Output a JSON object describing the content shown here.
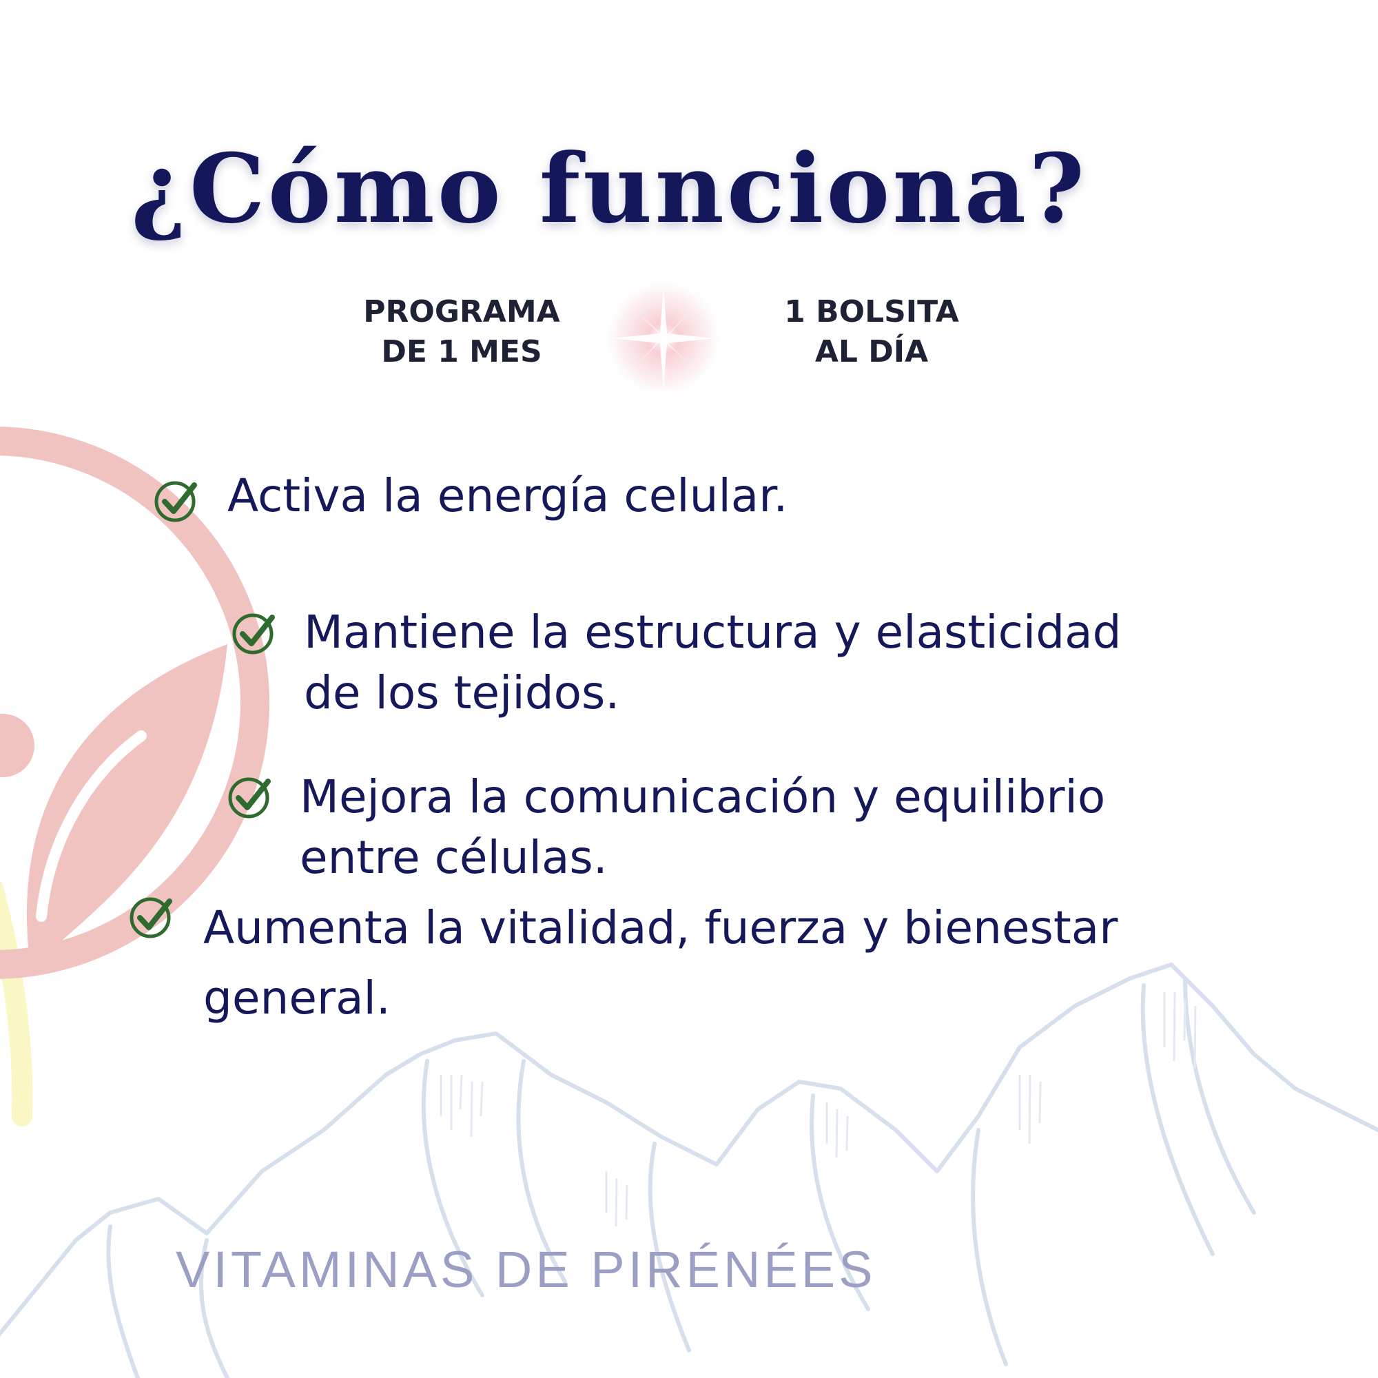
{
  "title": "¿Cómo funciona?",
  "info": {
    "left": [
      "PROGRAMA",
      "DE 1 MES"
    ],
    "right": [
      "1 BOLSITA",
      "AL DÍA"
    ]
  },
  "benefits": [
    {
      "lines": [
        "Activa la energía celular."
      ]
    },
    {
      "lines": [
        "Mantiene la estructura y elasticidad",
        "de los tejidos."
      ]
    },
    {
      "lines": [
        "Mejora la comunicación y equilibrio",
        "entre células."
      ]
    },
    {
      "lines": [
        "Aumenta la vitalidad, fuerza y bienestar",
        "general."
      ]
    }
  ],
  "brand": "VITAMINAS DE PIRÉNÉES",
  "icons": {
    "check": "check-circle-icon",
    "sparkle": "sparkle-icon",
    "logo": "leaf-logo-icon",
    "mountains": "mountains-illustration"
  },
  "colors": {
    "title": "#14185a",
    "text": "#15195a",
    "info_text": "#1e2235",
    "check": "#2f6b2f",
    "logo_pink": "#f0c2c0",
    "logo_yellow": "#fbf7c4",
    "mountains": "#d6e0ec",
    "brand": "#9b9fc4"
  }
}
